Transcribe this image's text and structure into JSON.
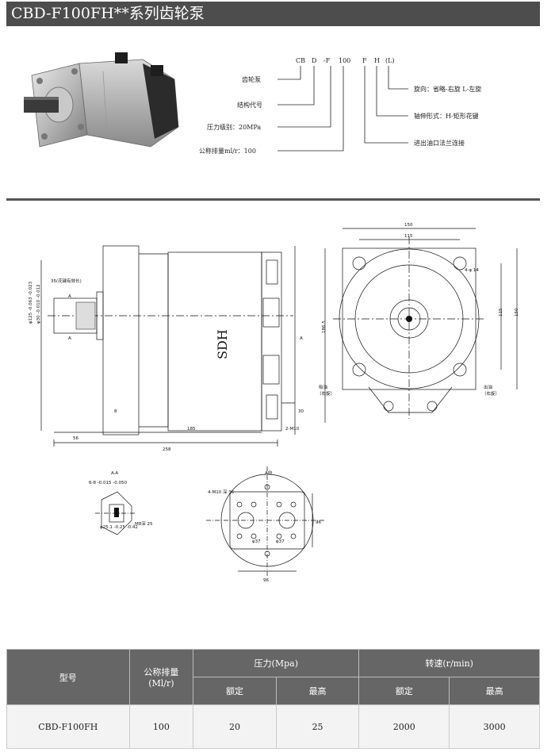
{
  "header": {
    "title": "CBD-F100FH**系列齿轮泵"
  },
  "model_code": {
    "parts": [
      "CB",
      "D",
      "-F",
      "100",
      "F",
      "H",
      "(L)"
    ],
    "left_labels": [
      "齿轮泵",
      "结构代号",
      "压力级别：20MPa",
      "公称排量ml/r：100"
    ],
    "right_labels": [
      "旋向：省略-右旋  L-左旋",
      "轴伸形式：H-矩形花键",
      "进出油口法兰连接"
    ]
  },
  "drawing": {
    "brand": "SDH",
    "spline_note": "35(花键有效长)",
    "shaft_dia_1": "φ125 -0.063 -0.023",
    "shaft_dia_2": "φ30 -0.010 -0.012",
    "dim_56": "56",
    "dim_185": "185",
    "dim_258": "258",
    "dim_8": "8",
    "dim_30": "30",
    "dim_2m10": "2-M10",
    "dim_186_5": "186.5",
    "section_a": "A",
    "dim_150": "150",
    "dim_115": "115",
    "dim_115v": "115",
    "dim_150v": "150",
    "hole_note": "4-φ 14",
    "inlet_label": "吸油",
    "inlet_sub": "（右旋）",
    "outlet_label": "出油",
    "outlet_sub": "（右旋）",
    "aa_label": "A-A",
    "aa_d1": "6-8 -0.015 -0.050",
    "aa_d2": "φ25.1 -0.25 -0.42",
    "aa_d3": "M8深 25",
    "port_label": "A向",
    "port_holes": "4-M10 深 35",
    "port_d1": "96",
    "port_d2": "96",
    "port_d3": "φ37",
    "port_d4": "φ37"
  },
  "spec_table": {
    "headers": {
      "model": "型号",
      "displacement": "公称排量\n(Ml/r)",
      "pressure": "压力(Mpa)",
      "speed": "转速(r/min)",
      "rated": "额定",
      "max": "最高",
      "rated2": "额定",
      "max2": "最高"
    },
    "rows": [
      {
        "model": "CBD-F100FH",
        "displacement": "100",
        "pressure_rated": "20",
        "pressure_max": "25",
        "speed_rated": "2000",
        "speed_max": "3000"
      }
    ]
  }
}
